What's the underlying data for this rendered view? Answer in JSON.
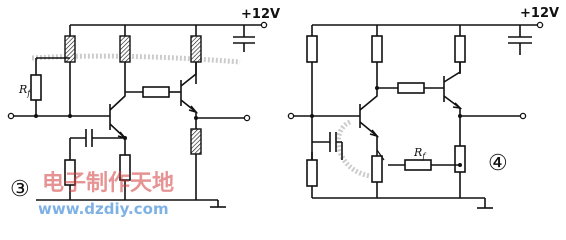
{
  "diagrams": [
    {
      "number_label": "③",
      "supply_label": "+12V",
      "feedback_resistor_label": "R",
      "feedback_resistor_sub": "f"
    },
    {
      "number_label": "④",
      "supply_label": "+12V",
      "feedback_resistor_label": "R",
      "feedback_resistor_sub": "f"
    }
  ],
  "watermark": {
    "line1": "电子制作天地",
    "line2": "www.dzdiy.com"
  }
}
